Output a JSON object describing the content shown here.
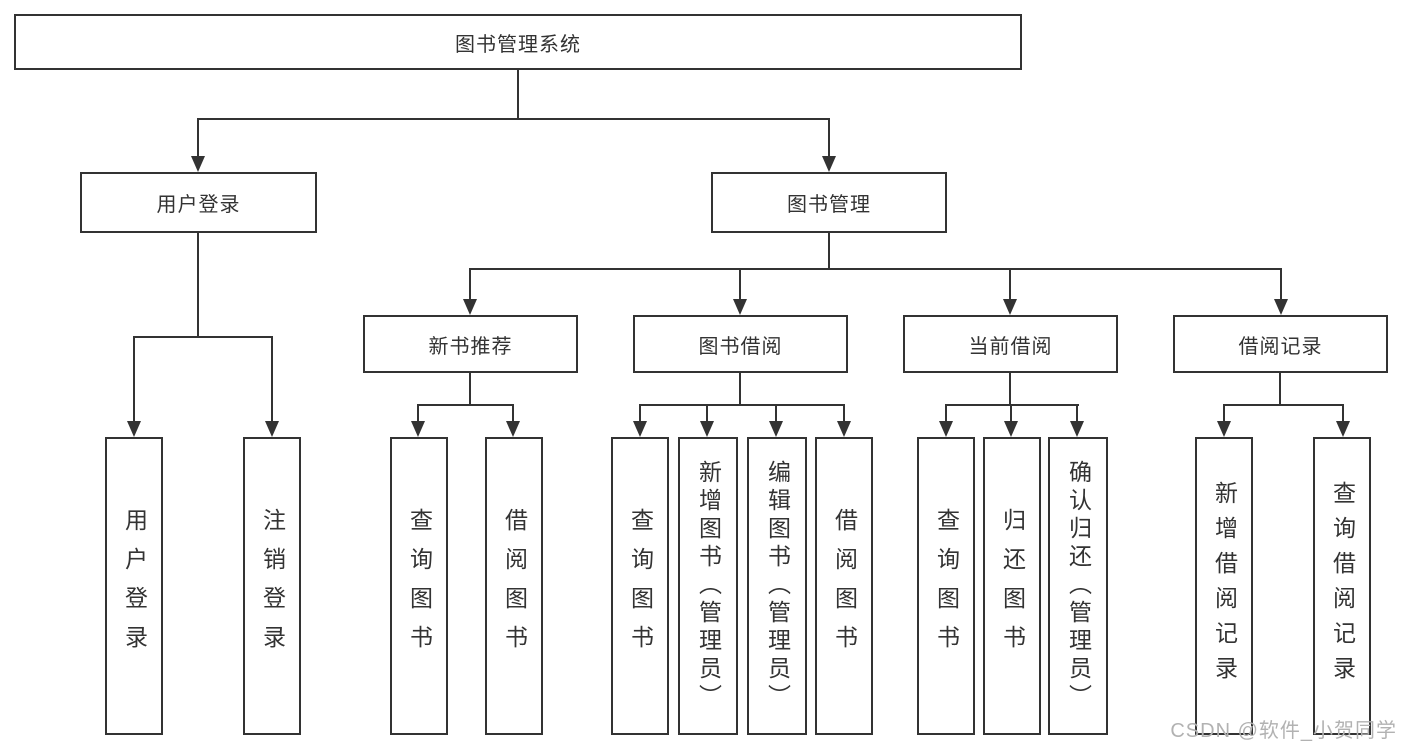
{
  "diagram_title": "图书管理系统",
  "nodes": {
    "root": "图书管理系统",
    "user_login": "用户登录",
    "book_mgmt": "图书管理",
    "new_books": "新书推荐",
    "book_borrow": "图书借阅",
    "current_borrow": "当前借阅",
    "borrow_records": "借阅记录",
    "leaf_user_login": "用户登录",
    "leaf_logout": "注销登录",
    "leaf_nb_query": "查询图书",
    "leaf_nb_borrow": "借阅图书",
    "leaf_bb_query": "查询图书",
    "leaf_bb_add": "新增图书（管理员）",
    "leaf_bb_edit": "编辑图书（管理员）",
    "leaf_bb_borrow": "借阅图书",
    "leaf_cb_query": "查询图书",
    "leaf_cb_return": "归还图书",
    "leaf_cb_confirm": "确认归还（管理员）",
    "leaf_br_add": "新增借阅记录",
    "leaf_br_query": "查询借阅记录"
  },
  "edges": [
    "图书管理系统→用户登录",
    "图书管理系统→图书管理",
    "用户登录→用户登录",
    "用户登录→注销登录",
    "图书管理→新书推荐",
    "图书管理→图书借阅",
    "图书管理→当前借阅",
    "图书管理→借阅记录",
    "新书推荐→查询图书",
    "新书推荐→借阅图书",
    "图书借阅→查询图书",
    "图书借阅→新增图书（管理员）",
    "图书借阅→编辑图书（管理员）",
    "图书借阅→借阅图书",
    "当前借阅→查询图书",
    "当前借阅→归还图书",
    "当前借阅→确认归还（管理员）",
    "借阅记录→新增借阅记录",
    "借阅记录→查询借阅记录"
  ],
  "watermark": "CSDN @软件_小贺同学",
  "colors": {
    "line": "#333333",
    "box_border": "#333333",
    "text": "#333333",
    "watermark": "#b2b2b2",
    "background": "#ffffff"
  }
}
